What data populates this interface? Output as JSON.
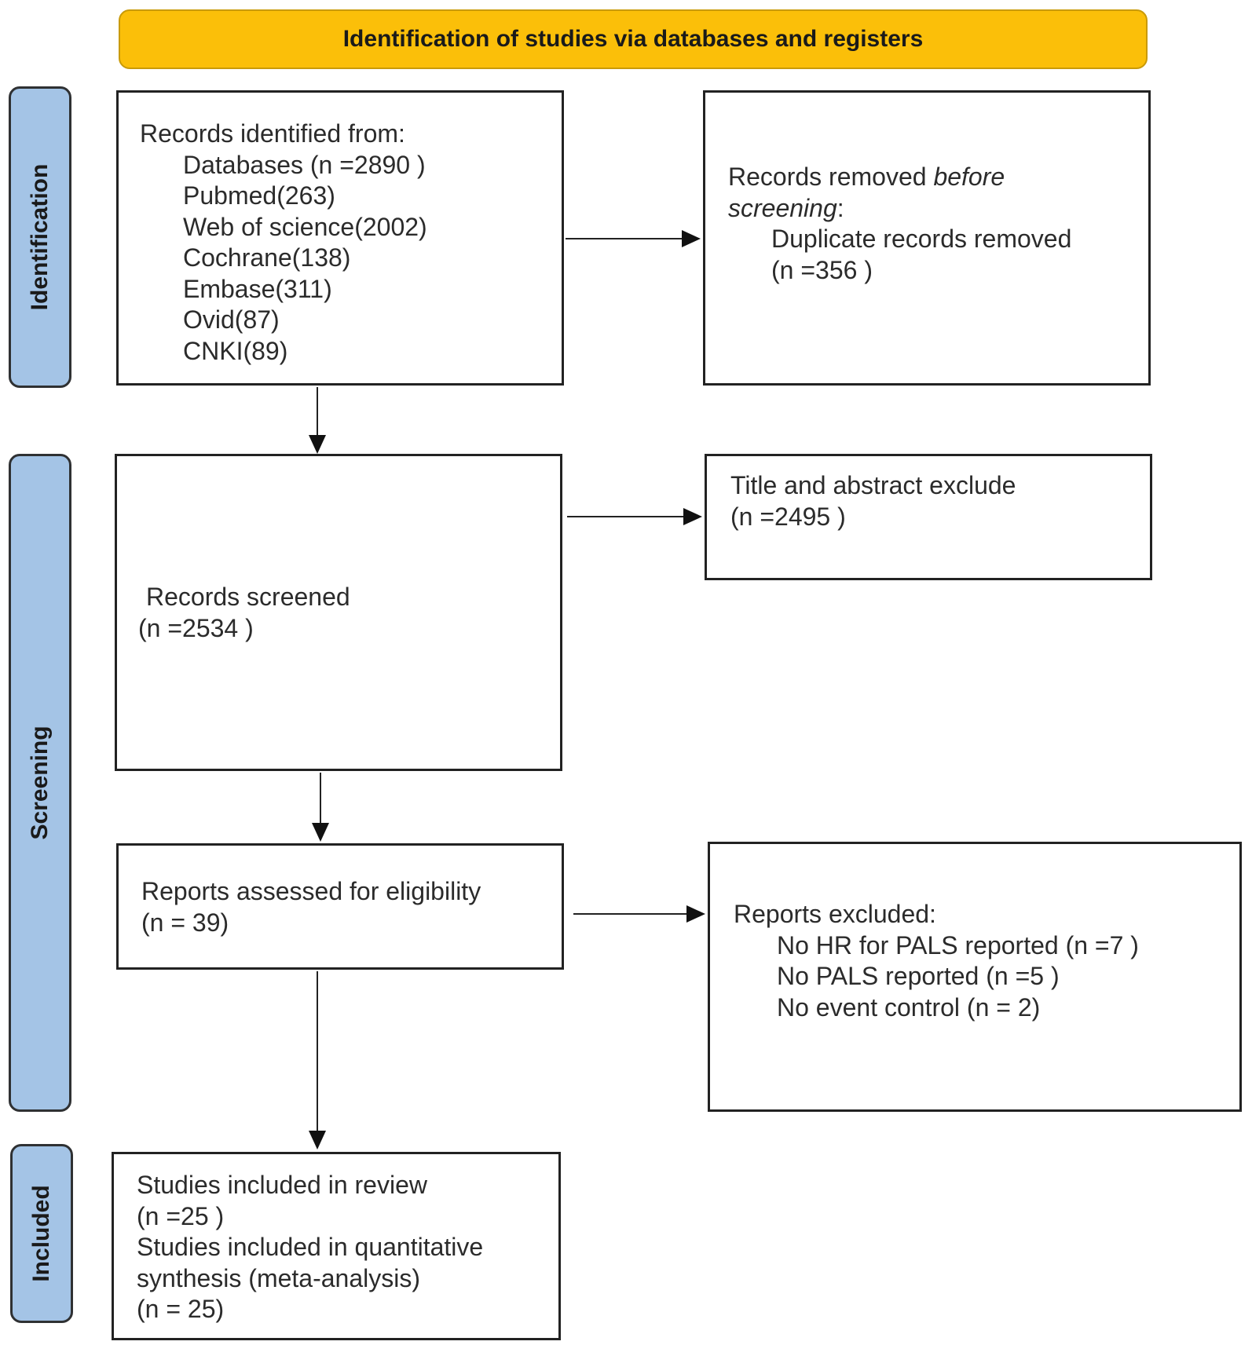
{
  "header": {
    "title": "Identification of studies via databases and registers"
  },
  "phases": {
    "identification": "Identification",
    "screening": "Screening",
    "included": "Included"
  },
  "records_identified": {
    "heading": "Records identified from:",
    "items": [
      "Databases (n =2890 )",
      "Pubmed(263)",
      "Web of science(2002)",
      "Cochrane(138)",
      "Embase(311)",
      "Ovid(87)",
      "CNKI(89)"
    ]
  },
  "records_removed": {
    "line1_prefix": "Records removed ",
    "line1_emphasis": "before",
    "line2_emphasis": "screening",
    "line2_suffix": ":",
    "detail": "Duplicate records removed",
    "count": "(n =356 )"
  },
  "records_screened": {
    "label": "Records screened",
    "count": "(n =2534 )"
  },
  "title_abstract_excluded": {
    "label": "Title and abstract exclude",
    "count": "(n =2495 )"
  },
  "reports_assessed": {
    "label": "Reports assessed for eligibility",
    "count": "(n = 39)"
  },
  "reports_excluded": {
    "heading": "Reports excluded:",
    "items": [
      "No HR for PALS reported (n =7 )",
      "No PALS reported (n =5 )",
      "No event control  (n = 2)"
    ]
  },
  "studies_included": {
    "lines": [
      "Studies included in review",
      "(n =25 )",
      "Studies included in quantitative",
      "synthesis (meta-analysis)",
      "(n = 25)"
    ]
  }
}
